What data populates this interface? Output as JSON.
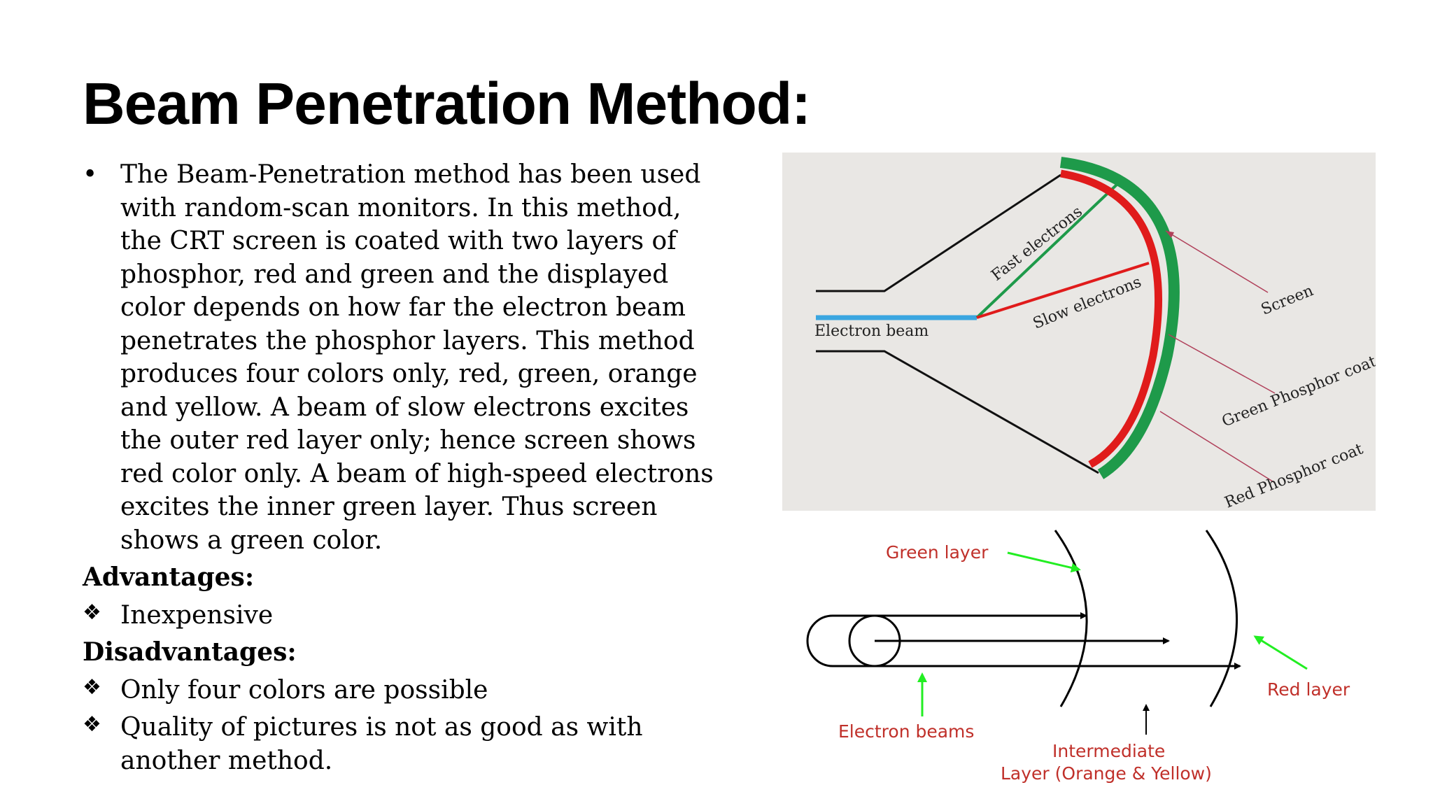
{
  "slide": {
    "title": "Beam Penetration Method:",
    "bullet_char": "•",
    "paragraph": [
      "The Beam-Penetration method has been used",
      "with random-scan monitors. In this method,",
      "the CRT screen is coated with two layers of",
      "phosphor, red and green and the displayed",
      "color depends on how far the electron beam",
      "penetrates the phosphor layers. This method",
      "produces four colors only, red, green, orange",
      "and yellow. A beam of slow electrons excites",
      "the outer red layer only; hence screen shows",
      "red color only. A beam of high-speed electrons",
      "excites the inner green layer. Thus screen",
      "shows a green color."
    ],
    "advantages_heading": "Advantages:",
    "advantages": [
      "Inexpensive"
    ],
    "disadvantages_heading": "Disadvantages:",
    "disadvantages": [
      [
        "Only four colors are possible"
      ],
      [
        "Quality of pictures is not as good as with",
        "another method."
      ]
    ],
    "diamond_char": "❖"
  },
  "crt_diagram": {
    "electron_beam": "Electron beam",
    "fast_electrons": "Fast electrons",
    "slow_electrons": "Slow electrons",
    "screen": "Screen",
    "green_phosphor": "Green Phosphor coat",
    "red_phosphor": "Red Phosphor coat",
    "colors": {
      "background": "#e9e7e4",
      "green": "#1e9a4a",
      "red": "#e01b1b",
      "blue": "#3aa6e0",
      "pointer": "#b0405a"
    }
  },
  "layer_diagram": {
    "green_layer": "Green layer",
    "red_layer": "Red layer",
    "electron_beams": "Electron beams",
    "intermediate_1": "Intermediate",
    "intermediate_2": "Layer (Orange & Yellow)",
    "colors": {
      "label": "#c0302a",
      "arrow": "#22ee22"
    }
  }
}
